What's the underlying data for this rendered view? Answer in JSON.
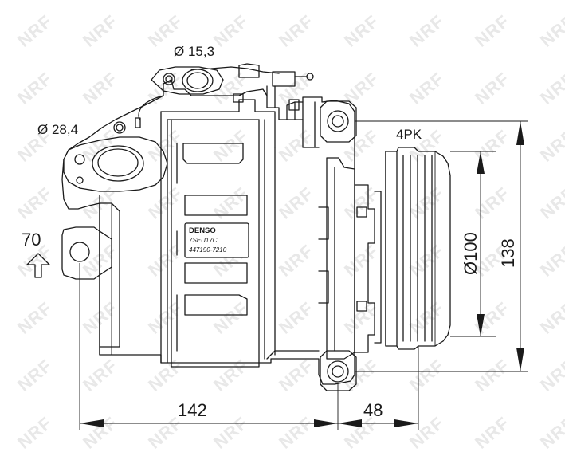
{
  "watermark": {
    "text": "NRF"
  },
  "dimensions": {
    "port_small": "Ø 15,3",
    "port_large": "Ø 28,4",
    "pulley_grooves": "4PK",
    "pulley_diameter": "Ø100",
    "overall_height": "138",
    "mount_offset": "70",
    "body_length": "142",
    "pulley_length": "48"
  },
  "nameplate": {
    "brand": "DENSO",
    "model": "7SEU17C",
    "part_number": "447190-7210"
  }
}
